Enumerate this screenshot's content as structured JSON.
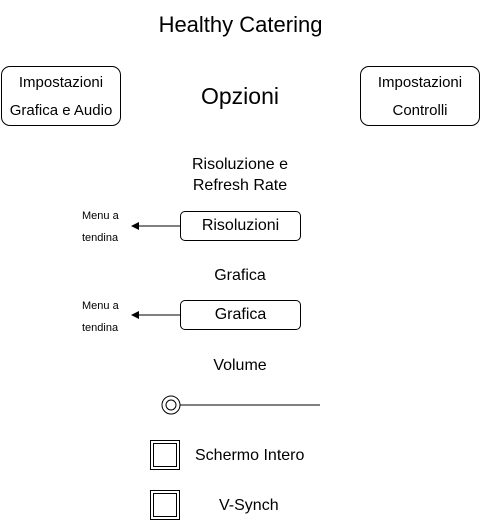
{
  "title": "Healthy Catering",
  "heading": "Opzioni",
  "left_panel": {
    "line1": "Impostazioni",
    "line2": "Grafica e Audio"
  },
  "right_panel": {
    "line1": "Impostazioni",
    "line2": "Controlli"
  },
  "resolution": {
    "label_line1": "Risoluzione e",
    "label_line2": "Refresh Rate",
    "button": "Risoluzioni",
    "note_line1": "Menu a",
    "note_line2": "tendina"
  },
  "graphics": {
    "label": "Grafica",
    "button": "Grafica",
    "note_line1": "Menu a",
    "note_line2": "tendina"
  },
  "volume": {
    "label": "Volume"
  },
  "fullscreen": {
    "label": "Schermo Intero"
  },
  "vsync": {
    "label": "V-Synch"
  }
}
